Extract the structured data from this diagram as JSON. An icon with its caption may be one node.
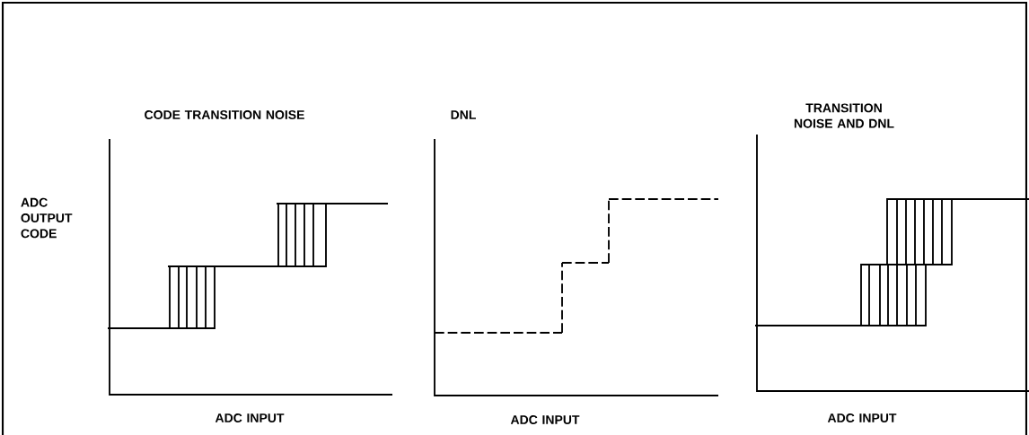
{
  "diagram": {
    "labels": [
      "CODE TRANSITION NOISE",
      "DNL",
      "TRANSITION NOISE AND DNL",
      "ADC OUTPUT CODE",
      "ADC INPUT",
      "ADC INPUT",
      "ADC INPUT"
    ]
  }
}
